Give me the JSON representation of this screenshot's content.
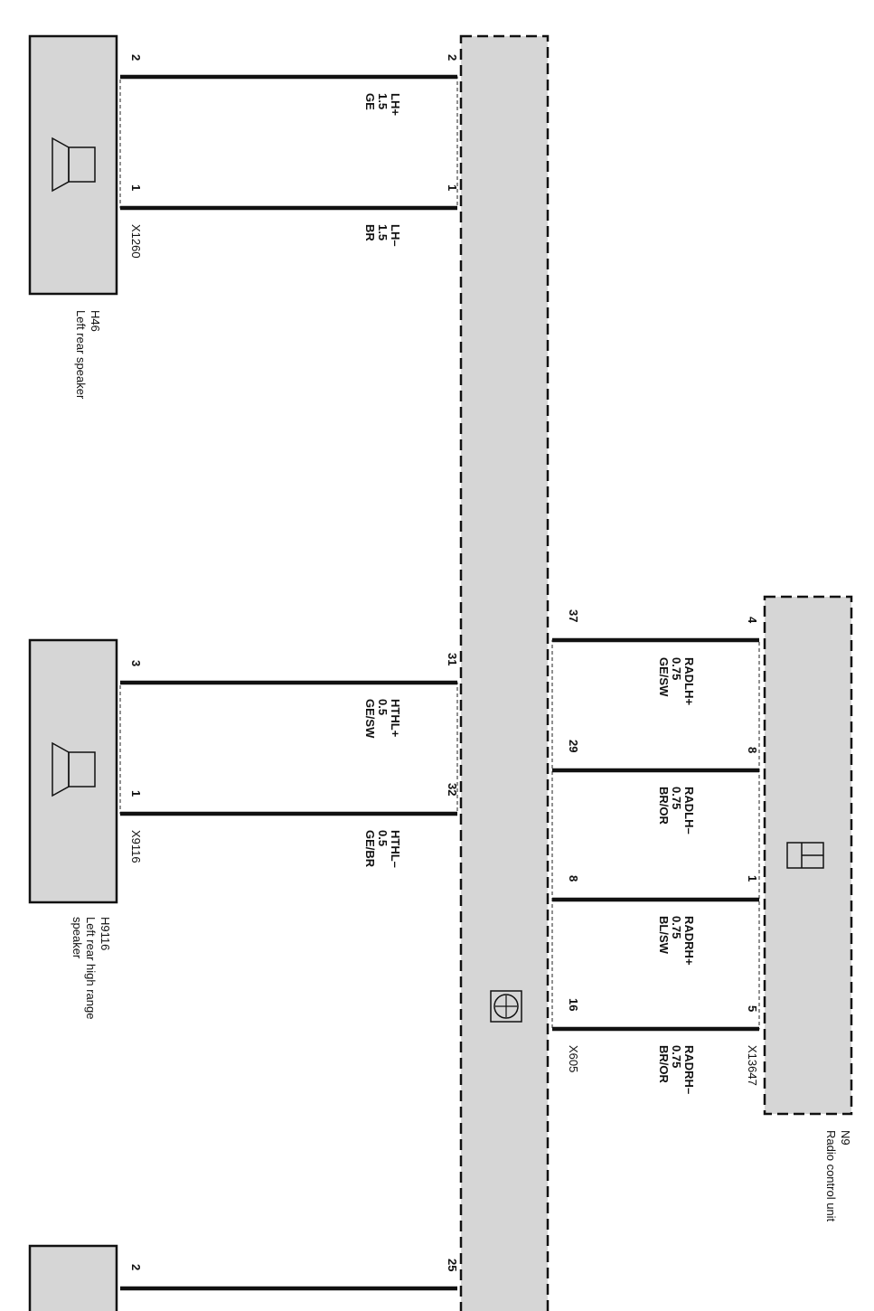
{
  "components": {
    "h46": {
      "code": "H46",
      "name": "Left rear speaker",
      "connector": "X1260"
    },
    "h9116": {
      "code": "H9116",
      "name_line1": "Left rear high range",
      "name_line2": "speaker",
      "connector": "X9116"
    },
    "n9": {
      "code": "N9",
      "name": "Radio control unit",
      "connector": "X13647"
    },
    "harness": {
      "connector": "X605"
    }
  },
  "wires_left": [
    {
      "pin_left": "2",
      "pin_right": "2",
      "signal": "LH+",
      "size": "1.5",
      "color": "GE"
    },
    {
      "pin_left": "1",
      "pin_right": "1",
      "signal": "LH–",
      "size": "1.5",
      "color": "BR"
    },
    {
      "pin_left": "3",
      "pin_right": "31",
      "signal": "HTHL+",
      "size": "0.5",
      "color": "GE/SW"
    },
    {
      "pin_left": "1",
      "pin_right": "32",
      "signal": "HTHL–",
      "size": "0.5",
      "color": "GE/BR"
    },
    {
      "pin_left": "2",
      "pin_right": "25",
      "signal": "",
      "size": "",
      "color": ""
    }
  ],
  "wires_right": [
    {
      "pin_left": "37",
      "pin_right": "4",
      "signal": "RADLH+",
      "size": "0.75",
      "color": "GE/SW"
    },
    {
      "pin_left": "29",
      "pin_right": "8",
      "signal": "RADLH–",
      "size": "0.75",
      "color": "BR/OR"
    },
    {
      "pin_left": "8",
      "pin_right": "1",
      "signal": "RADRH+",
      "size": "0.75",
      "color": "BL/SW"
    },
    {
      "pin_left": "16",
      "pin_right": "5",
      "signal": "RADRH–",
      "size": "0.75",
      "color": "BR/OR"
    }
  ],
  "colors": {
    "box_fill": "#d6d6d6",
    "wire": "#111111"
  }
}
